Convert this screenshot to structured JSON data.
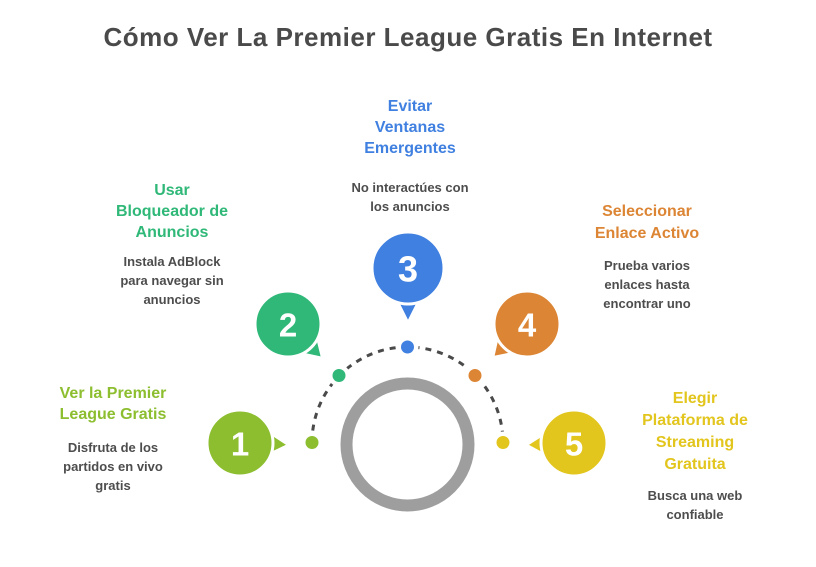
{
  "title": "Cómo Ver La Premier League Gratis En Internet",
  "colors": {
    "title": "#4a4a4a",
    "subtext": "#4d4d4d",
    "ring": "#9e9e9e",
    "dashes": "#4a4a4a",
    "background": "#ffffff",
    "number_text": "#ffffff"
  },
  "steps": [
    {
      "number": "1",
      "color": "#8cbe2f",
      "heading": "Ver la Premier\nLeague Gratis",
      "description": "Disfruta de los\npartidos en vivo\ngratis"
    },
    {
      "number": "2",
      "color": "#2fb878",
      "heading": "Usar\nBloqueador de\nAnuncios",
      "description": "Instala AdBlock\npara navegar sin\nanuncios"
    },
    {
      "number": "3",
      "color": "#4080e0",
      "heading": "Evitar\nVentanas\nEmergentes",
      "description": "No interactúes con\nlos anuncios"
    },
    {
      "number": "4",
      "color": "#dc8534",
      "heading": "Seleccionar\nEnlace Activo",
      "description": "Prueba varios\nenlaces hasta\nencontrar uno"
    },
    {
      "number": "5",
      "color": "#e2c51d",
      "heading": "Elegir\nPlataforma de\nStreaming\nGratuita",
      "description": "Busca una web\nconfiable"
    }
  ]
}
